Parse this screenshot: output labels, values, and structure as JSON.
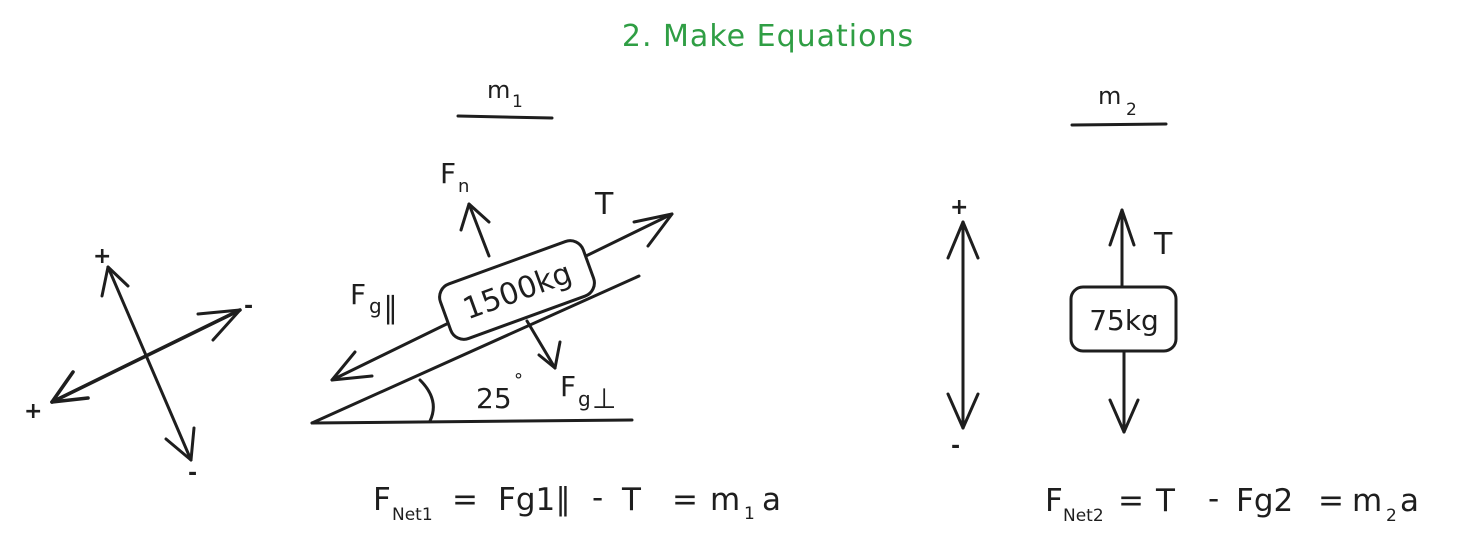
{
  "title": "2. Make Equations",
  "colors": {
    "title": "#2f9e44",
    "ink": "#1e1e1e",
    "background": "#ffffff"
  },
  "m1": {
    "heading": {
      "base": "m",
      "sub": "1"
    },
    "mass_label": "1500kg",
    "angle_label": "25",
    "angle_unit": "°",
    "normal_force": {
      "base": "F",
      "sub": "n"
    },
    "tension": "T",
    "gravity_parallel": {
      "base": "F",
      "sub": "g",
      "mark": "∥"
    },
    "gravity_perpendicular": {
      "base": "F",
      "sub": "g",
      "mark": "⊥"
    },
    "axes": {
      "up_positive": "+",
      "left_positive": "+",
      "right_negative": "-",
      "down_negative": "-"
    },
    "equation": {
      "lhs_base": "F",
      "lhs_sub": "Net1",
      "eq1": "=",
      "term1": "Fg1∥",
      "minus": "-",
      "term2": "T",
      "eq2": "=",
      "mass": "m",
      "mass_sub": "1",
      "accel": "a"
    }
  },
  "m2": {
    "heading": {
      "base": "m",
      "sub": "2"
    },
    "mass_label": "75kg",
    "tension": "T",
    "axes": {
      "up_positive": "+",
      "down_negative": "-"
    },
    "equation": {
      "lhs_base": "F",
      "lhs_sub": "Net2",
      "eq1": "=",
      "term1": "T",
      "minus": "-",
      "term2": "Fg2",
      "eq2": "=",
      "mass": "m",
      "mass_sub": "2",
      "accel": "a"
    }
  }
}
